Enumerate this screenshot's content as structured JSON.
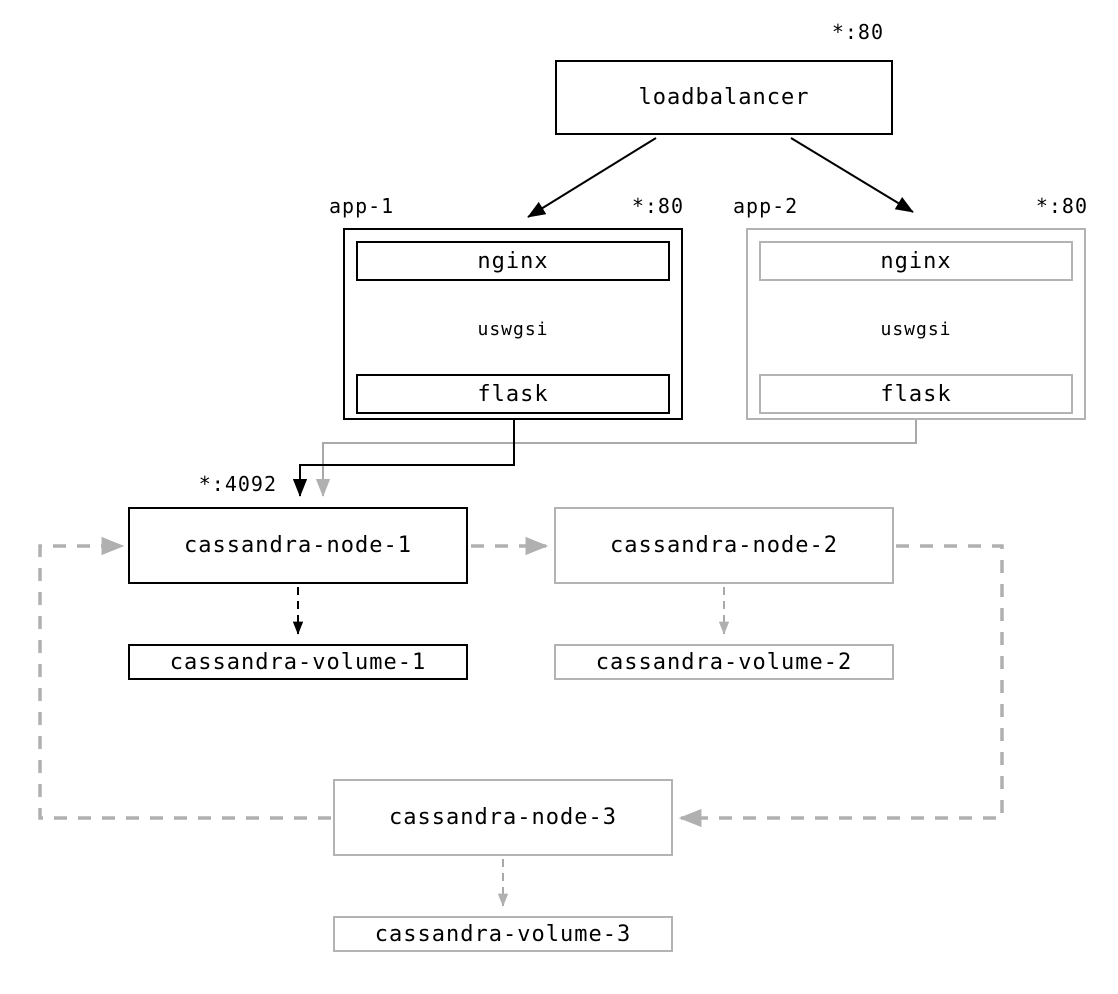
{
  "diagram": {
    "loadbalancer": {
      "label": "loadbalancer",
      "port": "*:80"
    },
    "app1": {
      "label": "app-1",
      "port": "*:80",
      "nginx": "nginx",
      "uswgsi": "uswgsi",
      "flask": "flask"
    },
    "app2": {
      "label": "app-2",
      "port": "*:80",
      "nginx": "nginx",
      "uswgsi": "uswgsi",
      "flask": "flask"
    },
    "node1": {
      "label": "cassandra-node-1",
      "port": "*:4092"
    },
    "node2": {
      "label": "cassandra-node-2"
    },
    "node3": {
      "label": "cassandra-node-3"
    },
    "volume1": {
      "label": "cassandra-volume-1"
    },
    "volume2": {
      "label": "cassandra-volume-2"
    },
    "volume3": {
      "label": "cassandra-volume-3"
    },
    "edges": [
      {
        "from": "loadbalancer",
        "to": "app-1",
        "style": "solid-black-arrow"
      },
      {
        "from": "loadbalancer",
        "to": "app-2",
        "style": "solid-black-arrow"
      },
      {
        "from": "app-1",
        "to": "cassandra-node-1",
        "style": "solid-black-elbow-arrow"
      },
      {
        "from": "app-2",
        "to": "cassandra-node-1",
        "style": "solid-gray-elbow-arrow"
      },
      {
        "from": "cassandra-node-1",
        "to": "cassandra-volume-1",
        "style": "dashed-black-arrow"
      },
      {
        "from": "cassandra-node-2",
        "to": "cassandra-volume-2",
        "style": "dashed-gray-arrow"
      },
      {
        "from": "cassandra-node-3",
        "to": "cassandra-volume-3",
        "style": "dashed-gray-arrow"
      },
      {
        "from": "cassandra-node-1",
        "to": "cassandra-node-2",
        "style": "dashed-gray-ring-arrow"
      },
      {
        "from": "cassandra-node-2",
        "to": "cassandra-node-3",
        "style": "dashed-gray-ring-arrow"
      },
      {
        "from": "cassandra-node-3",
        "to": "cassandra-node-1",
        "style": "dashed-gray-ring-arrow"
      }
    ],
    "colors": {
      "primary": "#000000",
      "gray_border": "#b3b3b3",
      "gray_line": "#a9a9a9",
      "gray_ring": "#b0b0b0",
      "background": "#ffffff",
      "text": "#000000"
    }
  }
}
